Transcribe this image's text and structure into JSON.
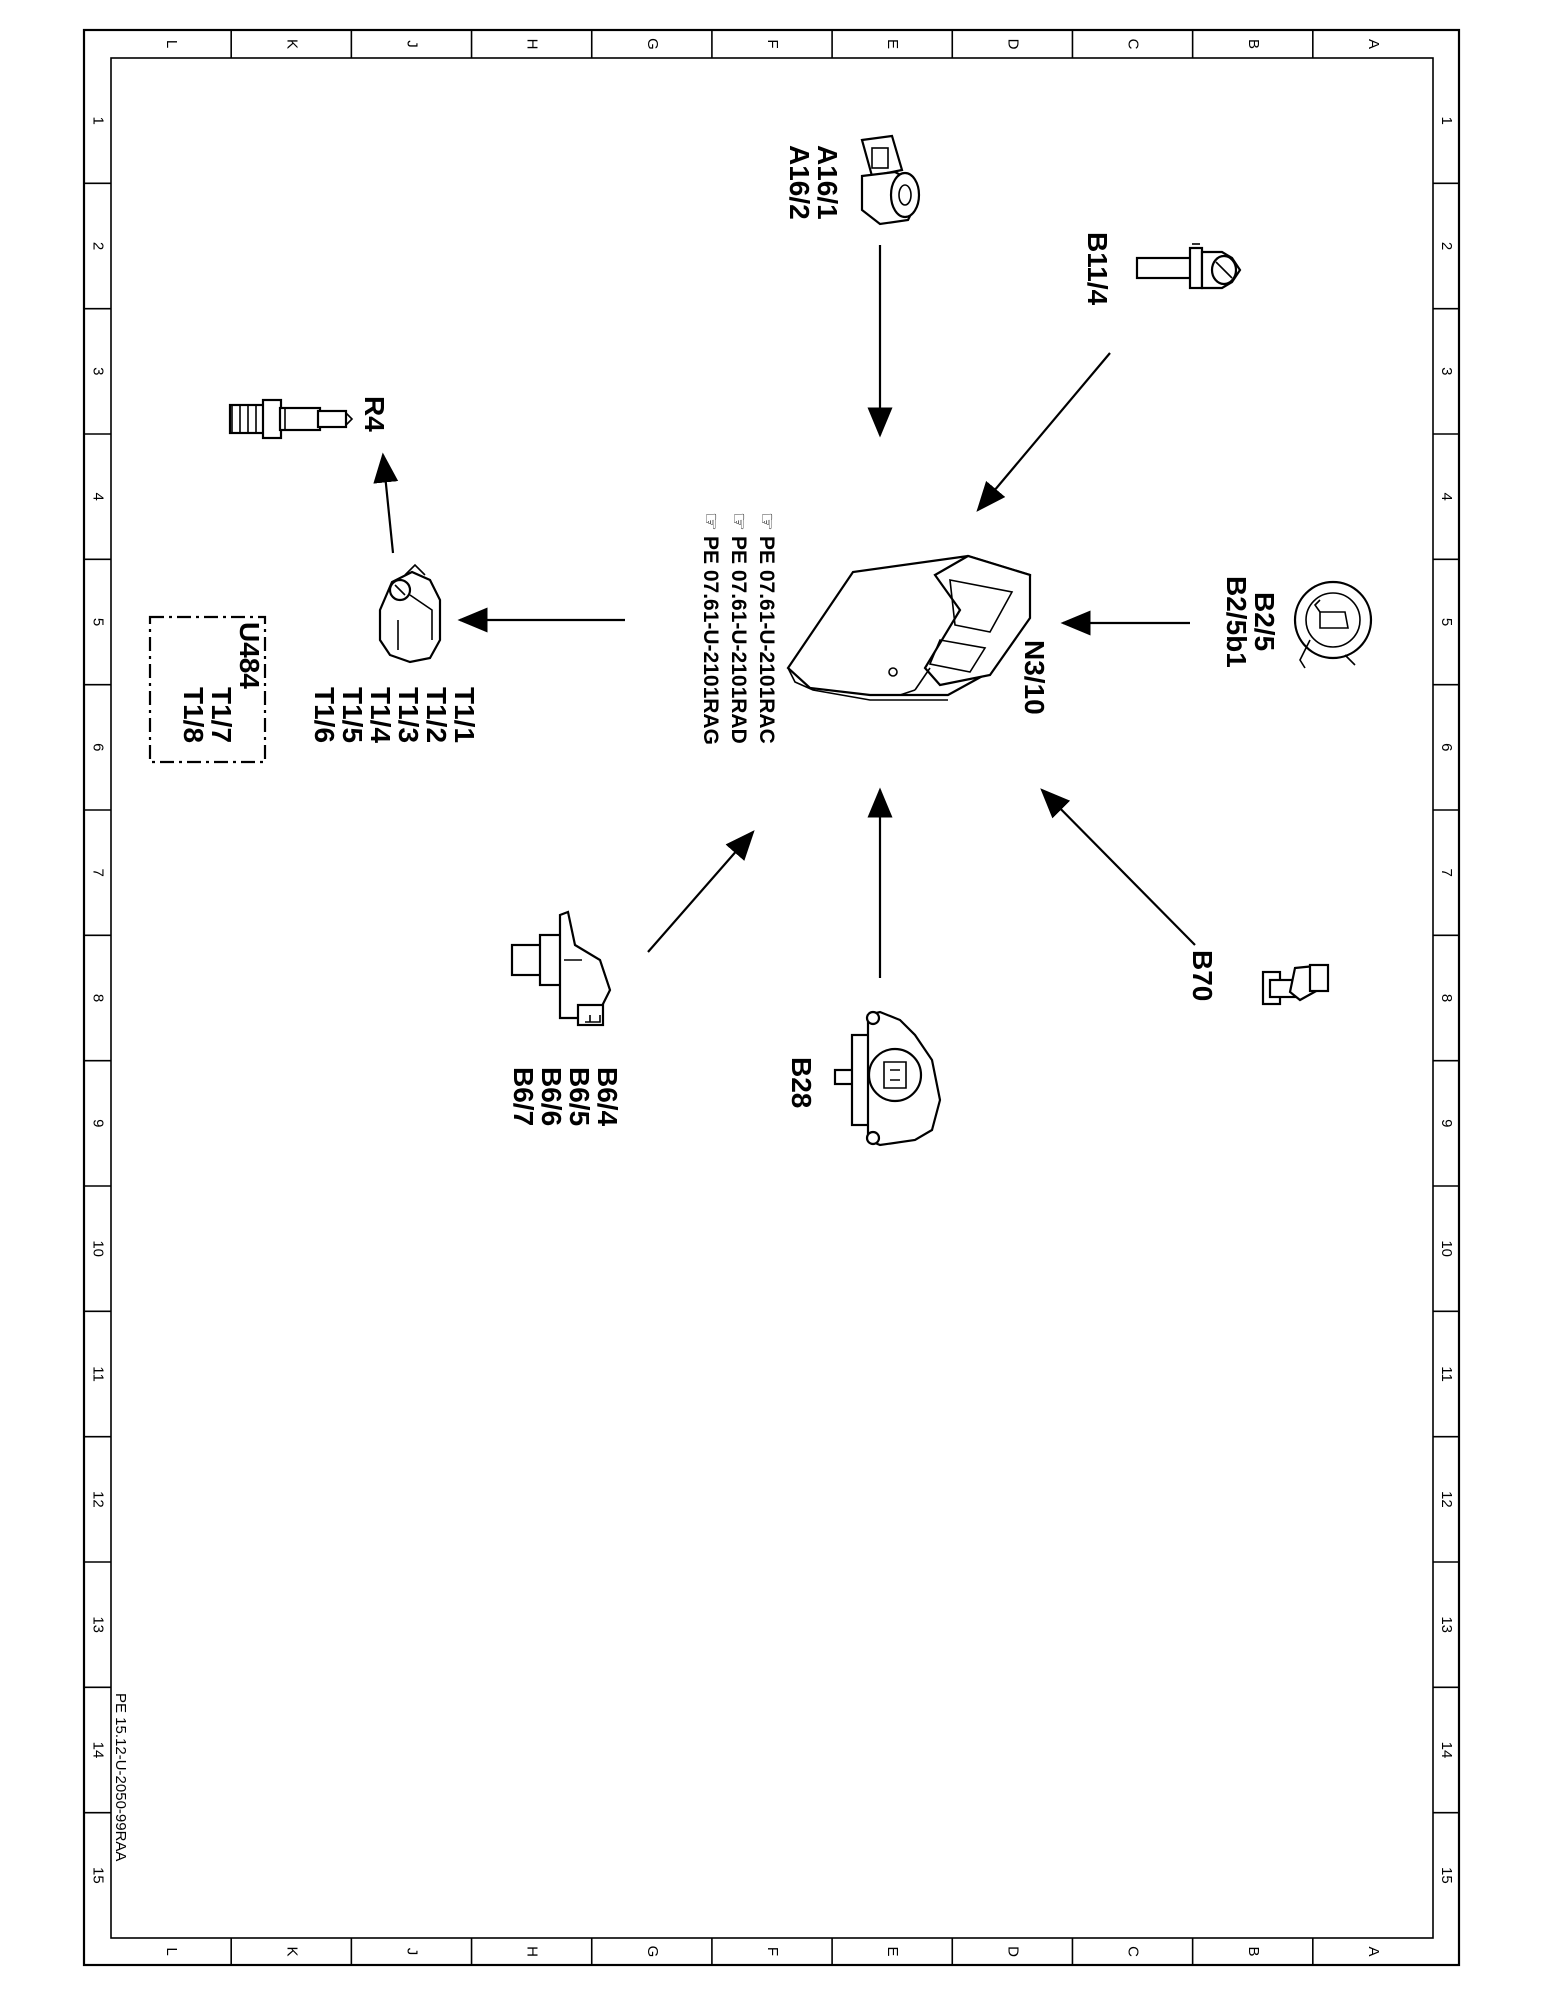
{
  "sheet": {
    "column_letters": [
      "L",
      "K",
      "J",
      "H",
      "G",
      "F",
      "E",
      "D",
      "C",
      "B",
      "A"
    ],
    "row_numbers": [
      "1",
      "2",
      "3",
      "4",
      "5",
      "6",
      "7",
      "8",
      "9",
      "10",
      "11",
      "12",
      "13",
      "14",
      "15"
    ],
    "document_id": "PE 15.12-U-2050-99RAA"
  },
  "control_unit": {
    "label": "N3/10",
    "references": [
      "PE  07.61-U-2101RAC",
      "PE  07.61-U-2101RAD",
      "PE  07.61-U-2101RAG"
    ]
  },
  "components": {
    "a16": [
      "A16/1",
      "A16/2"
    ],
    "b11": [
      "B11/4"
    ],
    "b2": [
      "B2/5",
      "B2/5b1"
    ],
    "b70": [
      "B70"
    ],
    "b28": [
      "B28"
    ],
    "b6": [
      "B6/4",
      "B6/5",
      "B6/6",
      "B6/7"
    ],
    "t1": [
      "T1/1",
      "T1/2",
      "T1/3",
      "T1/4",
      "T1/5",
      "T1/6"
    ],
    "r4": [
      "R4"
    ],
    "u484": {
      "title": "U484",
      "items": [
        "T1/7",
        "T1/8"
      ]
    }
  },
  "colors": {
    "line": "#000000",
    "background": "#ffffff"
  }
}
